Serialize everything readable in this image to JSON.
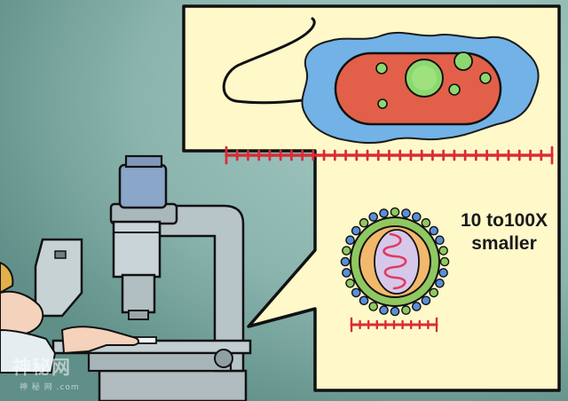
{
  "caption": {
    "line1": "10 to100X",
    "line2": "smaller"
  },
  "watermark": {
    "main": "神秘网",
    "sub": "神 秘 网 .com"
  },
  "colors": {
    "background": "#8ab4ad",
    "panel": "#fff8c9",
    "panel_border": "#111111",
    "ruler": "#d92c38",
    "bacterium_cell": "#e2604a",
    "bacterium_capsule": "#72b2e6",
    "organelle": "#8cd86e",
    "virus_core": "#f2b86c",
    "virus_capsid_outer": "#90c860",
    "virus_spikes": "#5a8fd8",
    "microscope_body": "#c6d2d4",
    "microscope_arm": "#8f9fa3"
  },
  "icons": {
    "bacterium": "bacterium-illustration",
    "virus": "virus-illustration",
    "microscope": "microscope-illustration",
    "hand": "hand-illustration"
  }
}
